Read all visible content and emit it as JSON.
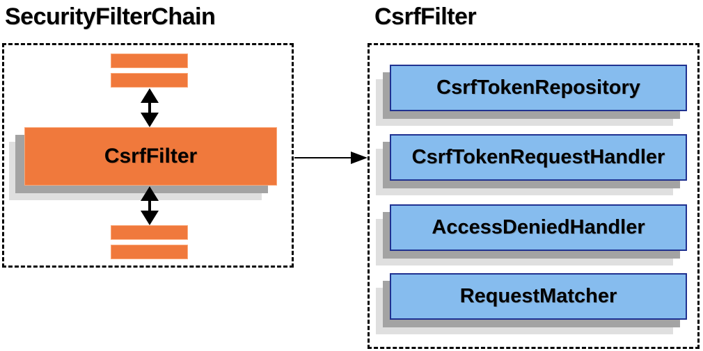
{
  "diagram": {
    "left_panel": {
      "title": "SecurityFilterChain",
      "filter_box_label": "CsrfFilter"
    },
    "right_panel": {
      "title": "CsrfFilter",
      "components": [
        {
          "label": "CsrfTokenRepository"
        },
        {
          "label": "CsrfTokenRequestHandler"
        },
        {
          "label": "AccessDeniedHandler"
        },
        {
          "label": "RequestMatcher"
        }
      ]
    },
    "icons": {
      "vertical_connectors": "double-headed-vertical-arrow",
      "panel_connector": "right-arrow"
    }
  },
  "colors": {
    "orange": "#F0793C",
    "orange_edge": "#FBA878",
    "blue_fill": "#86BCEE",
    "blue_border": "#1F3190",
    "shadow_mid": "#A3A3A3",
    "shadow_light": "#DFDFDF",
    "ink": "#000000"
  }
}
